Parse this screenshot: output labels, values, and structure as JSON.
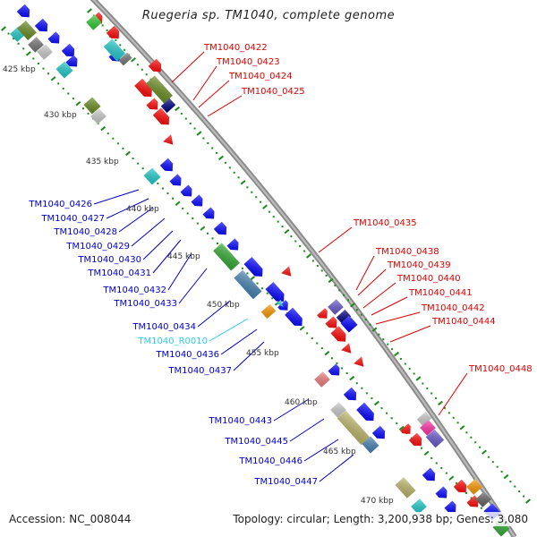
{
  "header": {
    "title": "Ruegeria sp. TM1040, complete genome"
  },
  "footer": {
    "accession": "Accession: NC_008044",
    "summary": "Topology: circular; Length: 3,200,938 bp; Genes: 3,080"
  },
  "colors": {
    "backbone": "#8c8c8c",
    "tick": "#1a8a1a",
    "forward_gene": "#0000ff",
    "reverse_gene": "#ff0000",
    "label_forward": "#0000cc",
    "label_reverse": "#dd0000",
    "label_rna": "#33ccee"
  },
  "scale_labels": [
    "425 kbp",
    "430 kbp",
    "435 kbp",
    "440 kbp",
    "445 kbp",
    "450 kbp",
    "455 kbp",
    "460 kbp",
    "465 kbp",
    "470 kbp"
  ],
  "labels_reverse": [
    "TM1040_0422",
    "TM1040_0423",
    "TM1040_0424",
    "TM1040_0425",
    "TM1040_0435",
    "TM1040_0438",
    "TM1040_0439",
    "TM1040_0440",
    "TM1040_0441",
    "TM1040_0442",
    "TM1040_0444",
    "TM1040_0448"
  ],
  "labels_forward": [
    "TM1040_0426",
    "TM1040_0427",
    "TM1040_0428",
    "TM1040_0429",
    "TM1040_0430",
    "TM1040_0431",
    "TM1040_0432",
    "TM1040_0433",
    "TM1040_0434",
    "TM1040_R0010",
    "TM1040_0436",
    "TM1040_0437",
    "TM1040_0443",
    "TM1040_0445",
    "TM1040_0446",
    "TM1040_0447"
  ]
}
